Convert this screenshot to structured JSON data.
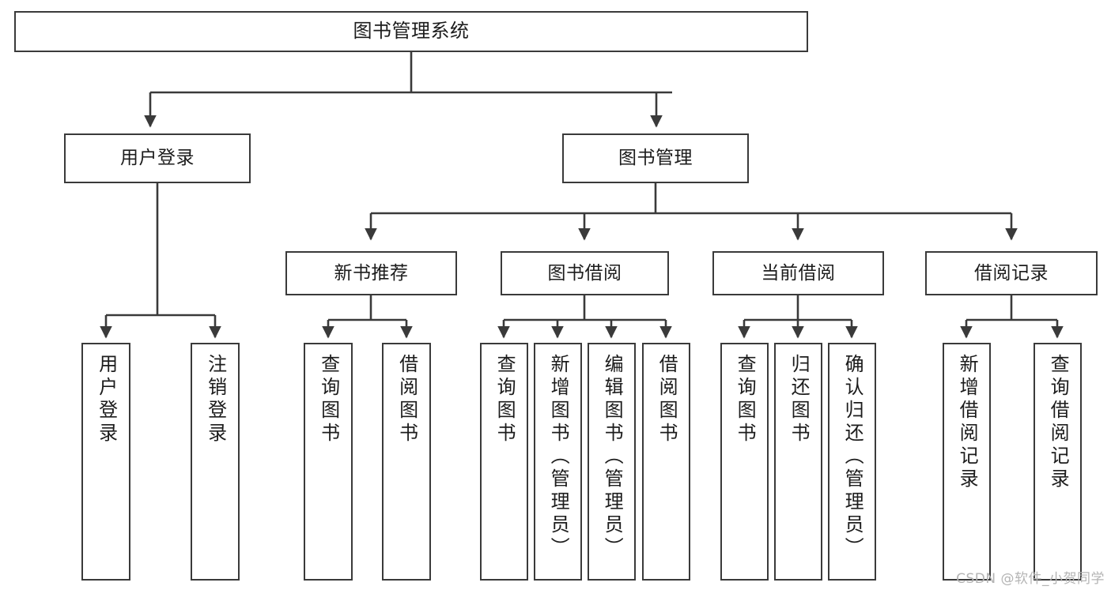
{
  "diagram": {
    "title": "图书管理系统",
    "type": "tree",
    "watermark": "CSDN @软件_小贺同学",
    "colors": {
      "stroke": "#3a3a3a",
      "fill": "#ffffff",
      "text": "#1c1c1c",
      "watermark": "#b4b4b4"
    },
    "nodes": {
      "root": {
        "label": "图书管理系统"
      },
      "level2": [
        {
          "label": "用户登录"
        },
        {
          "label": "图书管理"
        }
      ],
      "level3": [
        {
          "label": "新书推荐"
        },
        {
          "label": "图书借阅"
        },
        {
          "label": "当前借阅"
        },
        {
          "label": "借阅记录"
        }
      ],
      "leaves": {
        "user_login": [
          {
            "label": "用户登录"
          },
          {
            "label": "注销登录"
          }
        ],
        "new_book_recommend": [
          {
            "label": "查询图书"
          },
          {
            "label": "借阅图书"
          }
        ],
        "book_borrow": [
          {
            "label": "查询图书"
          },
          {
            "label": "新增图书（管理员）"
          },
          {
            "label": "编辑图书（管理员）"
          },
          {
            "label": "借阅图书"
          }
        ],
        "current_borrow": [
          {
            "label": "查询图书"
          },
          {
            "label": "归还图书"
          },
          {
            "label": "确认归还（管理员）"
          }
        ],
        "borrow_record": [
          {
            "label": "新增借阅记录"
          },
          {
            "label": "查询借阅记录"
          }
        ]
      }
    }
  }
}
